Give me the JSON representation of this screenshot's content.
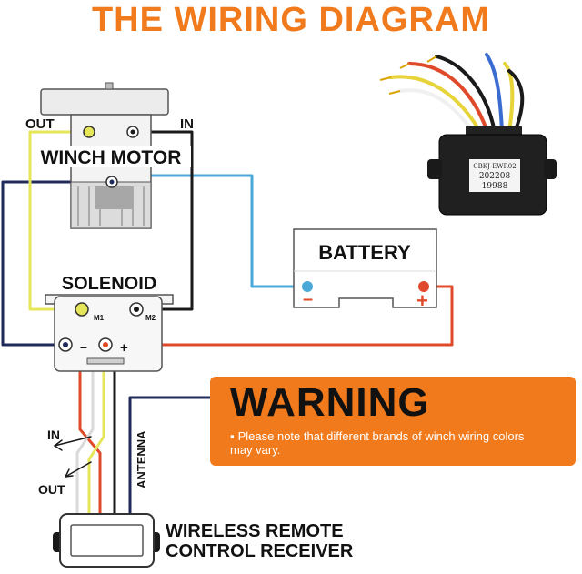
{
  "title": "THE WIRING DIAGRAM",
  "colors": {
    "title": "#f07a1c",
    "warning_bg": "#f07a1c",
    "wire_yellow": "#e6e65a",
    "wire_black": "#1a1a1a",
    "wire_navy": "#1f2a5a",
    "wire_blue": "#4aa9d9",
    "wire_red": "#e04a2a",
    "wire_white": "#d9d9d9",
    "negative": "#e04a2a",
    "positive": "#e04a2a"
  },
  "winch_motor": {
    "label": "WINCH MOTOR",
    "out_label": "OUT",
    "in_label": "IN"
  },
  "solenoid": {
    "label": "SOLENOID",
    "m1_label": "M1",
    "m2_label": "M2",
    "minus_label": "–",
    "plus_label": "+"
  },
  "battery": {
    "label": "BATTERY",
    "minus_label": "–",
    "plus_label": "+"
  },
  "receiver_module": {
    "line1": "CBKJ-EWR02",
    "line2": "202208",
    "line3": "19988"
  },
  "warning": {
    "title": "WARNING",
    "bullet": "▪",
    "text": "Please note that different brands of winch wiring colors may vary."
  },
  "control_labels": {
    "in": "IN",
    "out": "OUT",
    "antenna": "ANTENNA"
  },
  "wireless_receiver": {
    "line1": "WIRELESS REMOTE",
    "line2": "CONTROL RECEIVER"
  }
}
